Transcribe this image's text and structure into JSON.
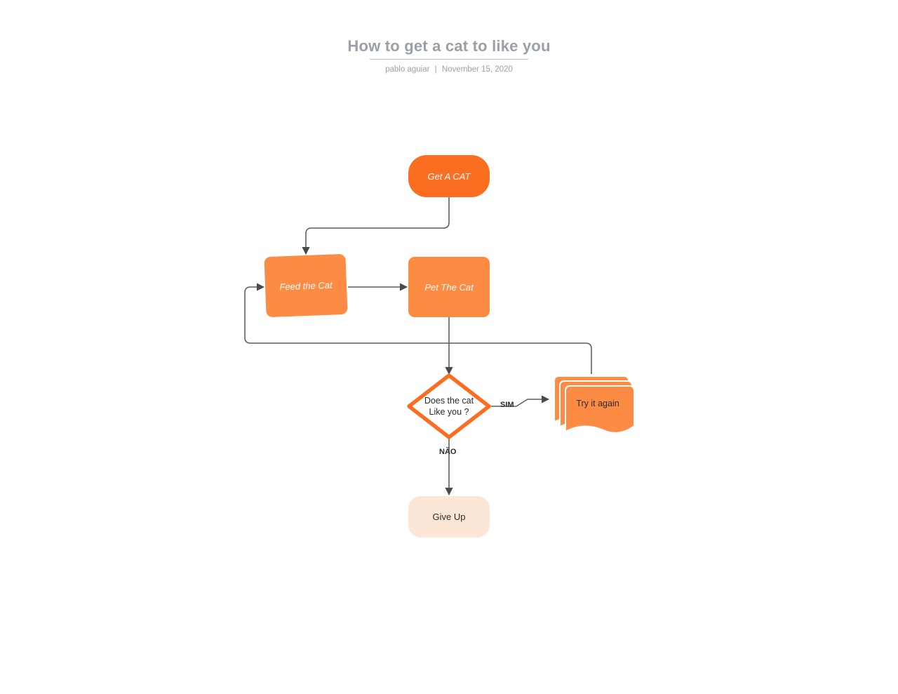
{
  "header": {
    "title": "How to get a cat to like you",
    "author": "pablo aguiar",
    "separator": "|",
    "date": "November 15, 2020"
  },
  "colors": {
    "accent_strong": "#fb6d20",
    "accent_light": "#fc8b43",
    "accent_pale": "#fce6d6",
    "edge": "#5f5f5f",
    "title_text": "#9aa0a8",
    "dark_text": "#2b2b2b"
  },
  "diagram": {
    "nodes": [
      {
        "id": "get-a-cat",
        "label": "Get A CAT",
        "shape": "terminator"
      },
      {
        "id": "feed-the-cat",
        "label": "Feed the Cat",
        "shape": "process-rotated"
      },
      {
        "id": "pet-the-cat",
        "label": "Pet The Cat",
        "shape": "process"
      },
      {
        "id": "decision",
        "label_line1": "Does the cat",
        "label_line2": "Like you ?",
        "shape": "decision"
      },
      {
        "id": "try-again",
        "label": "Try it again",
        "shape": "multi-document"
      },
      {
        "id": "give-up",
        "label": "Give Up",
        "shape": "terminator-pale"
      }
    ],
    "edge_labels": {
      "yes": "SIM",
      "no": "NÃO"
    }
  }
}
